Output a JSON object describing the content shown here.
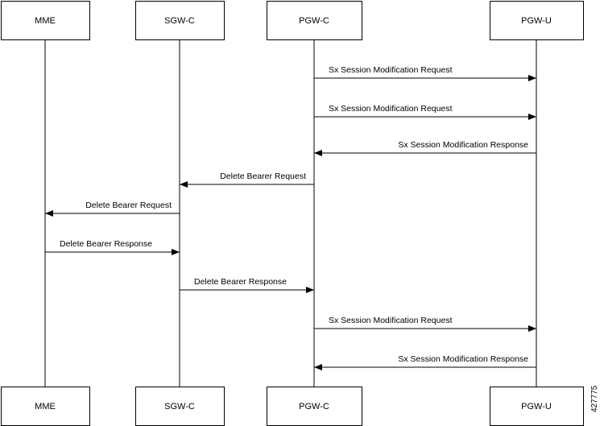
{
  "participants": [
    {
      "id": "mme",
      "label": "MME"
    },
    {
      "id": "sgwc",
      "label": "SGW-C"
    },
    {
      "id": "pgwc",
      "label": "PGW-C"
    },
    {
      "id": "pgwu",
      "label": "PGW-U"
    }
  ],
  "messages": [
    {
      "from": "pgwc",
      "to": "pgwu",
      "label": "Sx Session Modification Request"
    },
    {
      "from": "pgwc",
      "to": "pgwu",
      "label": "Sx Session Modification Request"
    },
    {
      "from": "pgwu",
      "to": "pgwc",
      "label": "Sx Session Modification Response"
    },
    {
      "from": "pgwc",
      "to": "sgwc",
      "label": "Delete Bearer Request"
    },
    {
      "from": "sgwc",
      "to": "mme",
      "label": "Delete Bearer Request"
    },
    {
      "from": "mme",
      "to": "sgwc",
      "label": "Delete Bearer Response"
    },
    {
      "from": "sgwc",
      "to": "pgwc",
      "label": "Delete Bearer Response"
    },
    {
      "from": "pgwc",
      "to": "pgwu",
      "label": "Sx Session Modification Request"
    },
    {
      "from": "pgwu",
      "to": "pgwc",
      "label": "Sx Session Modification Response"
    }
  ],
  "figure_id": "427775"
}
